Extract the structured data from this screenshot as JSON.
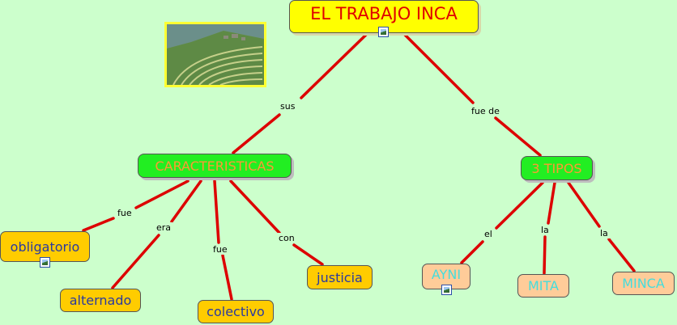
{
  "nodes": {
    "root": "EL TRABAJO INCA",
    "caracteristicas": "CARACTERISTICAS",
    "tipos": "3 TIPOS",
    "obligatorio": "obligatorio",
    "alternado": "alternado",
    "colectivo": "colectivo",
    "justicia": "justicia",
    "ayni": "AYNI",
    "mita": "MITA",
    "minca": "MINCA"
  },
  "links": {
    "sus": "sus",
    "fue_de": "fue de",
    "fue_1": "fue",
    "era": "era",
    "fue_2": "fue",
    "con": "con",
    "el": "el",
    "la_1": "la",
    "la_2": "la"
  },
  "icons": {
    "resource": "image-resource-icon",
    "photo": "inca-terraces-photo"
  },
  "colors": {
    "background": "#ccffcc",
    "link": "#dd0000",
    "root_fill": "#ffff00",
    "root_text": "#e00000",
    "green_fill": "#22ee22",
    "green_text": "#ff9933",
    "yellow_fill": "#ffcc00",
    "yellow_text": "#2a3aa0",
    "peach_fill": "#ffcc99",
    "peach_text": "#44dddd"
  }
}
